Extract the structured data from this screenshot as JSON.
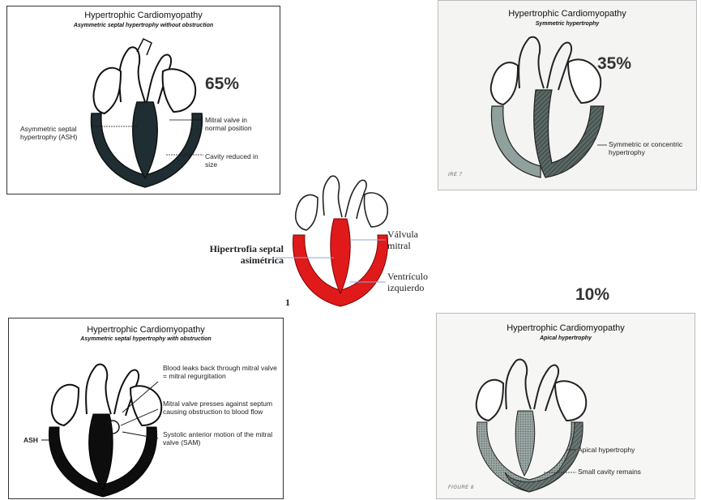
{
  "panels": {
    "top_left": {
      "title": "Hypertrophic Cardiomyopathy",
      "subtitle": "Asymmetric septal hypertrophy without obstruction",
      "percent": "65%",
      "label_left": "Asymmetric septal hypertrophy (ASH)",
      "label_right_1": "Mitral valve in normal position",
      "label_right_2": "Cavity reduced in size",
      "colors": {
        "fill": "#1f2e33",
        "outline": "#111111"
      }
    },
    "top_right": {
      "title": "Hypertrophic Cardiomyopathy",
      "subtitle": "Symmetric hypertrophy",
      "percent": "35%",
      "label_right": "Symmetric or concentric hypertrophy",
      "figure_label": "IRE 7",
      "colors": {
        "fill": "#4a5a58",
        "light_fill": "#8fa19d"
      }
    },
    "center": {
      "label_left": "Hipertrofia septal asimétrica",
      "label_right_1": "Válvula mitral",
      "label_right_2": "Ventrículo izquierdo",
      "number": "1",
      "colors": {
        "fill": "#e01a1a",
        "line": "#8fa6d8"
      }
    },
    "bottom_left": {
      "title": "Hypertrophic Cardiomyopathy",
      "subtitle": "Asymmetric septal hypertrophy with obstruction",
      "label_right_1": "Blood leaks back through mitral valve = mitral regurgitation",
      "label_right_2": "Mitral valve presses against septum causing obstruction to blood flow",
      "label_right_3": "Systolic anterior motion of the mitral valve (SAM)",
      "label_left": "ASH",
      "colors": {
        "fill": "#0d0d0d"
      }
    },
    "bottom_right": {
      "title": "Hypertrophic Cardiomyopathy",
      "subtitle": "Apical hypertrophy",
      "percent": "10%",
      "label_right_1": "Apical hypertrophy",
      "label_right_2": "Small cavity remains",
      "figure_label": "FIGURE 8",
      "colors": {
        "fill": "#8d9a98",
        "dark_fill": "#4e5a58"
      }
    }
  }
}
